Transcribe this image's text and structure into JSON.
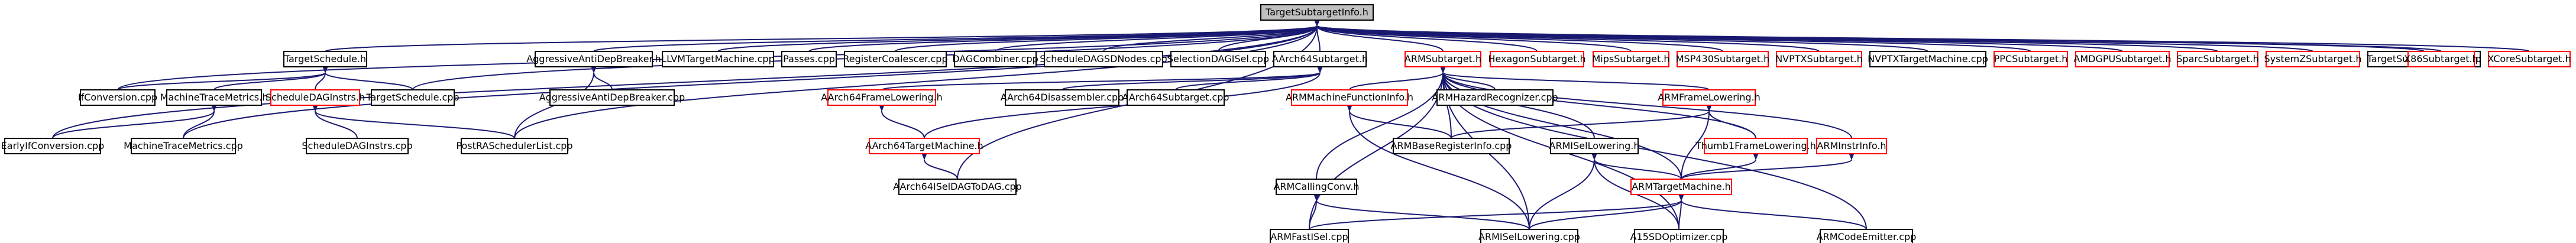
{
  "colors": {
    "edge": "#191970",
    "node_border_black": "#000000",
    "node_border_red": "#ff0000",
    "root_fill": "#bfbfbf"
  },
  "nodes": {
    "root": "TargetSubtargetInfo.h",
    "target_schedule_h": "TargetSchedule.h",
    "aggressive_anti_dep_breaker_h": "AggressiveAntiDepBreaker.h",
    "llvm_target_machine_cpp": "LLVMTargetMachine.cpp",
    "passes_cpp": "Passes.cpp",
    "register_coalescer_cpp": "RegisterCoalescer.cpp",
    "dag_combiner_cpp": "DAGCombiner.cpp",
    "schedule_dag_sdnodes_cpp": "ScheduleDAGSDNodes.cpp",
    "selection_dag_isel_cpp": "SelectionDAGISel.cpp",
    "aarch64_subtarget_h": "AArch64Subtarget.h",
    "arm_subtarget_h": "ARMSubtarget.h",
    "hexagon_subtarget_h": "HexagonSubtarget.h",
    "mips_subtarget_h": "MipsSubtarget.h",
    "msp430_subtarget_h": "MSP430Subtarget.h",
    "nvptx_subtarget_h": "NVPTXSubtarget.h",
    "nvptx_target_machine_cpp": "NVPTXTargetMachine.cpp",
    "ppc_subtarget_h": "PPCSubtarget.h",
    "amdgpu_subtarget_h": "AMDGPUSubtarget.h",
    "sparc_subtarget_h": "SparcSubtarget.h",
    "systemz_subtarget_h": "SystemZSubtarget.h",
    "target_subtarget_info_cpp": "TargetSubtargetInfo.cpp",
    "xcore_subtarget_h": "XCoreSubtarget.h",
    "x86_subtarget_h": "X86Subtarget.h",
    "ifconversion_cpp": "IfConversion.cpp",
    "machine_trace_metrics_h": "MachineTraceMetrics.h",
    "schedule_dag_instrs_h": "ScheduleDAGInstrs.h",
    "target_schedule_cpp": "TargetSchedule.cpp",
    "aggressive_anti_dep_breaker_cpp": "AggressiveAntiDepBreaker.cpp",
    "aarch64_frame_lowering_h": "AArch64FrameLowering.h",
    "aarch64_disassembler_cpp": "AArch64Disassembler.cpp",
    "aarch64_subtarget_cpp": "AArch64Subtarget.cpp",
    "arm_machine_function_info_h": "ARMMachineFunctionInfo.h",
    "arm_hazard_recognizer_cpp": "ARMHazardRecognizer.cpp",
    "arm_frame_lowering_h": "ARMFrameLowering.h",
    "early_ifconversion_cpp": "EarlyIfConversion.cpp",
    "machine_trace_metrics_cpp": "MachineTraceMetrics.cpp",
    "schedule_dag_instrs_cpp": "ScheduleDAGInstrs.cpp",
    "post_ra_scheduler_list_cpp": "PostRASchedulerList.cpp",
    "aarch64_target_machine_h": "AArch64TargetMachine.h",
    "arm_base_register_info_cpp": "ARMBaseRegisterInfo.cpp",
    "arm_isel_lowering_h": "ARMISelLowering.h",
    "thumb1_frame_lowering_h": "Thumb1FrameLowering.h",
    "arm_instr_info_h": "ARMInstrInfo.h",
    "aarch64_isel_dag_to_dag_cpp": "AArch64ISelDAGToDAG.cpp",
    "arm_calling_conv_h": "ARMCallingConv.h",
    "arm_target_machine_h": "ARMTargetMachine.h",
    "arm_fast_isel_cpp": "ARMFastISel.cpp",
    "arm_isel_lowering_cpp": "ARMISelLowering.cpp",
    "a15_sd_optimizer_cpp": "A15SDOptimizer.cpp",
    "arm_code_emitter_cpp": "ARMCodeEmitter.cpp"
  }
}
